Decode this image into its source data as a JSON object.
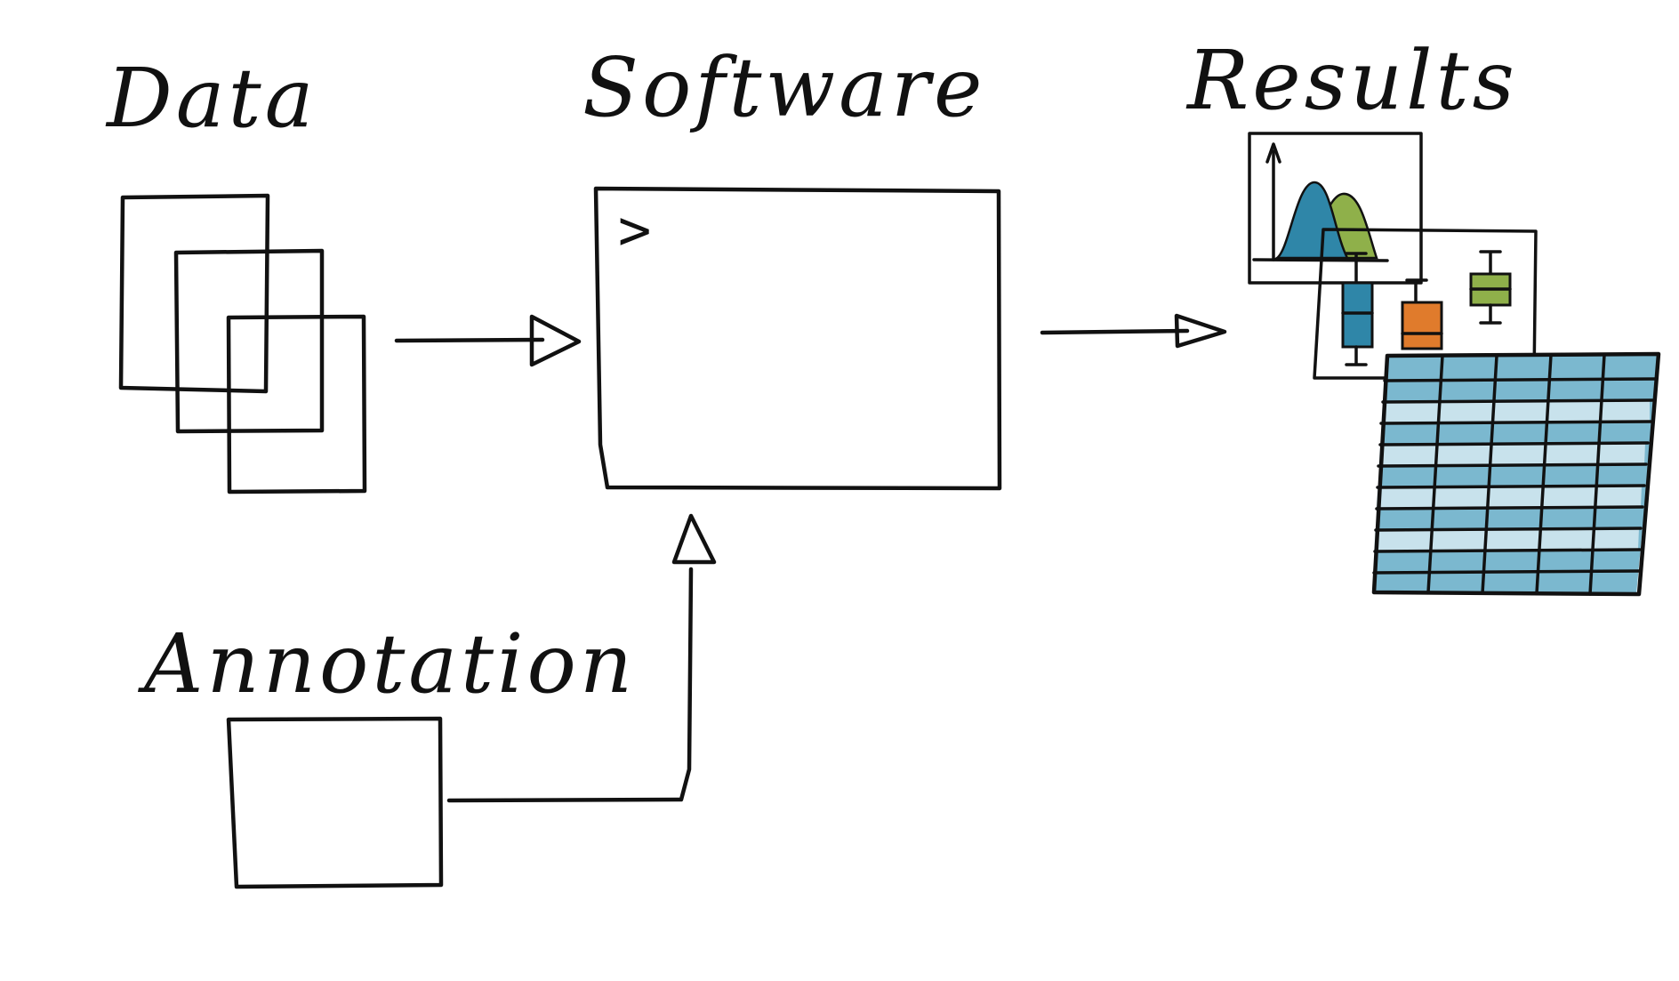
{
  "labels": {
    "data": "Data",
    "software": "Software",
    "results": "Results",
    "annotation": "Annotation"
  },
  "terminal": {
    "prompt": ">"
  },
  "colors": {
    "ink": "#111111",
    "page_light": "#e6e6e6",
    "page_mid": "#d0d0d0",
    "page_dark": "#c2c2c2",
    "terminal": "#6e6e6e",
    "annotation_box": "#c9d8dc",
    "plot_blue": "#2f86a8",
    "plot_green": "#8fb04a",
    "plot_orange": "#e07b2c",
    "table_blue": "#7bb8cf",
    "table_light": "#dcecf2"
  }
}
